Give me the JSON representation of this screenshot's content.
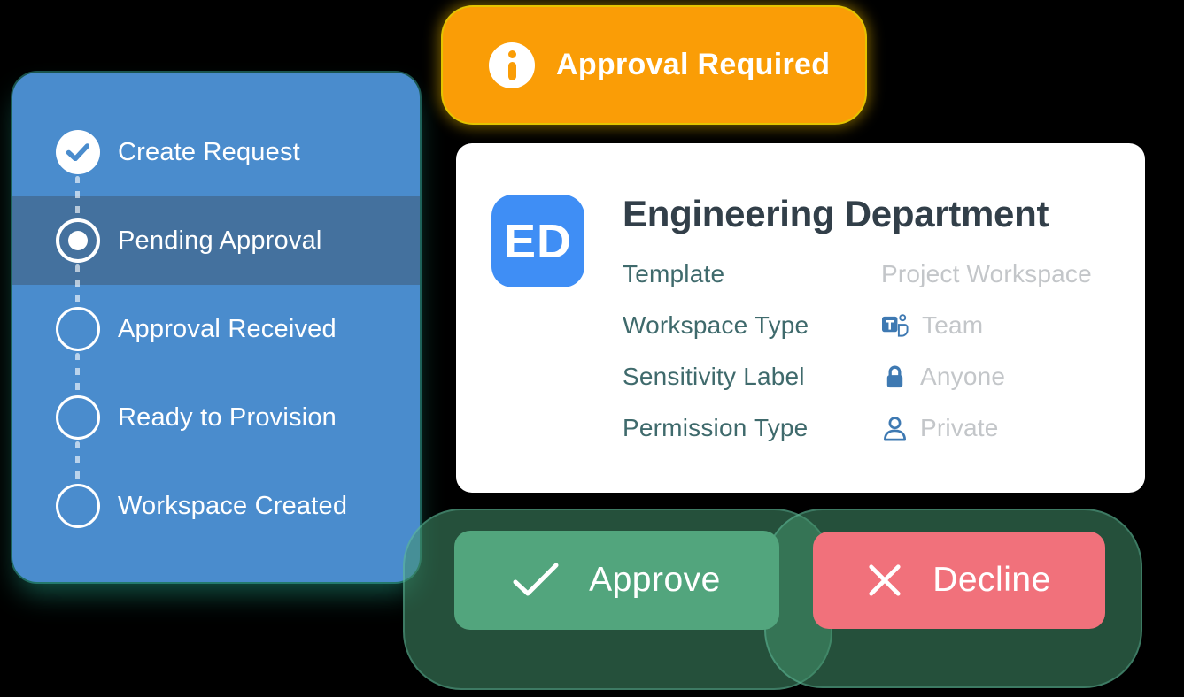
{
  "colors": {
    "background": "#000000",
    "stepper_bg": "#4a8ccd",
    "stepper_active_row_bg": "#44719e",
    "badge_bg": "#fa9d06",
    "badge_glow": "#ffdd00",
    "card_bg": "#ffffff",
    "avatar_bg": "#3f8ef5",
    "title_text": "#323f49",
    "label_text": "#3f6a6c",
    "value_text": "#c3c6c9",
    "icon_blue": "#3e79b2",
    "approve_bg": "#52a57d",
    "decline_bg": "#f1717b",
    "button_glow_green": "rgba(68,146,108,0.55)"
  },
  "stepper": {
    "steps": [
      {
        "label": "Create Request",
        "state": "done",
        "icon": "check-icon"
      },
      {
        "label": "Pending Approval",
        "state": "active",
        "icon": "radio-dot-icon"
      },
      {
        "label": "Approval Received",
        "state": "todo",
        "icon": "empty-circle-icon"
      },
      {
        "label": "Ready to Provision",
        "state": "todo",
        "icon": "empty-circle-icon"
      },
      {
        "label": "Workspace Created",
        "state": "todo",
        "icon": "empty-circle-icon"
      }
    ]
  },
  "badge": {
    "label": "Approval Required",
    "icon": "info-icon"
  },
  "card": {
    "avatar_initials": "ED",
    "title": "Engineering Department",
    "rows": [
      {
        "label": "Template",
        "value": "Project Workspace",
        "icon": null
      },
      {
        "label": "Workspace Type",
        "value": "Team",
        "icon": "teams-icon"
      },
      {
        "label": "Sensitivity Label",
        "value": "Anyone",
        "icon": "lock-icon"
      },
      {
        "label": "Permission Type",
        "value": "Private",
        "icon": "person-icon"
      }
    ]
  },
  "actions": {
    "approve_label": "Approve",
    "decline_label": "Decline"
  }
}
